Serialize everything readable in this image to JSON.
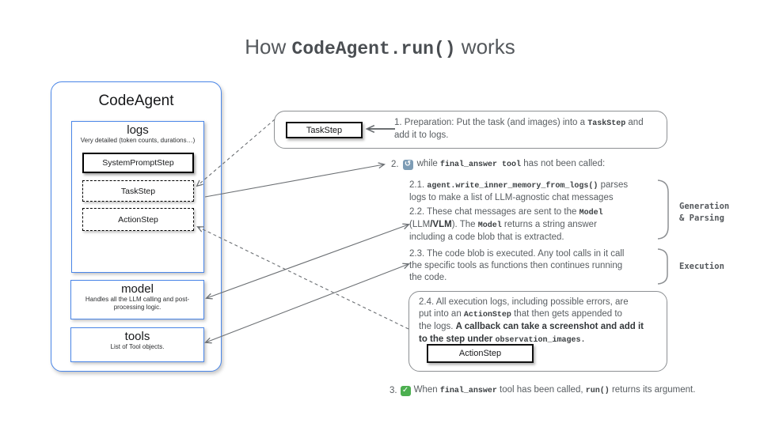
{
  "title": {
    "pre": "How ",
    "code": "CodeAgent.run()",
    "post": " works"
  },
  "colors": {
    "accent_blue": "#4a86e8",
    "box_border_gray": "#8d9093",
    "text_gray": "#585d61",
    "loop_icon_bg": "#7d9cb5",
    "check_icon_bg": "#4caf50"
  },
  "agent_panel": {
    "title": "CodeAgent",
    "logs": {
      "title": "logs",
      "subtitle": "Very detailed (token counts, durations…)",
      "steps": {
        "s1": "SystemPromptStep",
        "s2": "TaskStep",
        "s3": "ActionStep"
      }
    },
    "model": {
      "title": "model",
      "subtitle": "Handles all the LLM calling and post-processing logic."
    },
    "tools": {
      "title": "tools",
      "subtitle": "List of Tool objects."
    }
  },
  "flow": {
    "step1": {
      "chip": "TaskStep",
      "l1a": "1.  Preparation: Put the task (and images) into a ",
      "l1b": "TaskStep",
      "l1c": " and",
      "l2": "add it to logs."
    },
    "step2": {
      "num": "2.",
      "icon": "loop-icon",
      "a": "while ",
      "b": "final_answer tool",
      "c": " has not been called:"
    },
    "p21": {
      "l1a": "2.1. ",
      "l1b": "agent.write_inner_memory_from_logs()",
      "l1c": " parses",
      "l2": "logs to make a list of LLM-agnostic chat messages"
    },
    "p22": {
      "l1a": "2.2. These chat messages are sent to the ",
      "l1b": "Model",
      "l2a": "(LLM",
      "l2b": "/VLM",
      "l2c": "). The ",
      "l2d": "Model",
      "l2e": " returns a string answer",
      "l3": "including a code blob that is extracted."
    },
    "p23": {
      "l1": "2.3. The code blob is executed. Any tool calls in it call",
      "l2": "the specific tools as functions then continues running",
      "l3": "the code."
    },
    "p24": {
      "chip": "ActionStep",
      "l1": "2.4. All execution logs, including possible errors, are",
      "l2a": "put into an ",
      "l2b": "ActionStep",
      "l2c": " that then gets appended to",
      "l3a": "the logs. ",
      "l3b": "A callback can take a screenshot and add it",
      "l4a": "to the step under ",
      "l4b": "observation_images."
    },
    "step3": {
      "num": "3.",
      "icon": "check-icon",
      "a": "When ",
      "b": "final_answer",
      "c": " tool has been called, ",
      "d": "run()",
      "e": " returns its argument."
    }
  },
  "side_labels": {
    "gen1": "Generation",
    "gen2": "& Parsing",
    "exec": "Execution"
  }
}
